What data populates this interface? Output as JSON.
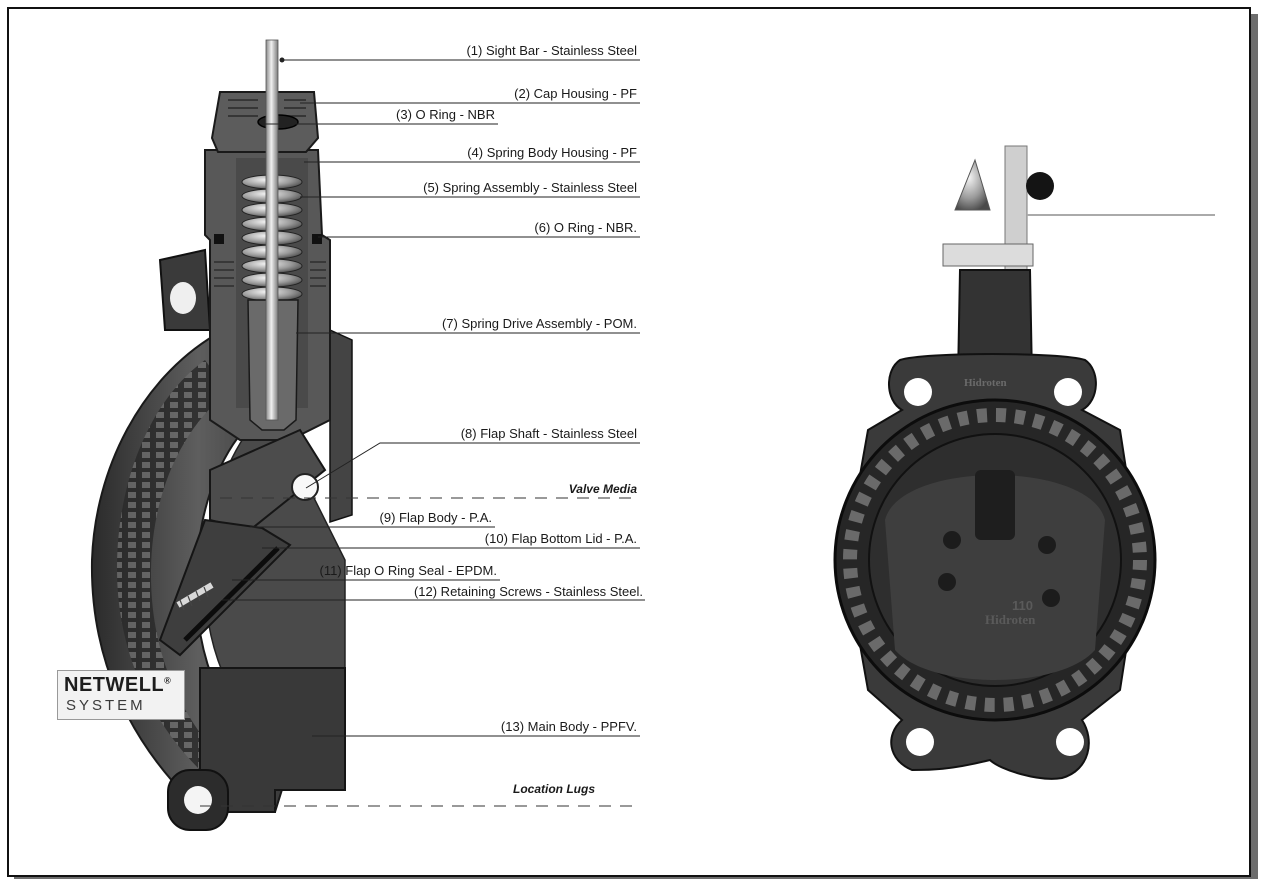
{
  "callouts": [
    {
      "id": 1,
      "text": "(1) Sight Bar - Stainless Steel"
    },
    {
      "id": 2,
      "text": "(2) Cap Housing - PF"
    },
    {
      "id": 3,
      "text": "(3) O Ring - NBR"
    },
    {
      "id": 4,
      "text": "(4) Spring Body Housing - PF"
    },
    {
      "id": 5,
      "text": "(5) Spring Assembly - Stainless Steel"
    },
    {
      "id": 6,
      "text": "(6) O Ring - NBR."
    },
    {
      "id": 7,
      "text": "(7) Spring Drive Assembly -  POM."
    },
    {
      "id": 8,
      "text": "(8) Flap Shaft - Stainless Steel"
    },
    {
      "id": 9,
      "text": "(9) Flap Body - P.A."
    },
    {
      "id": 10,
      "text": "(10) Flap Bottom Lid -  P.A."
    },
    {
      "id": 11,
      "text": "(11) Flap O Ring Seal - EPDM."
    },
    {
      "id": 12,
      "text": "(12) Retaining Screws - Stainless Steel."
    },
    {
      "id": 13,
      "text": "(13) Main Body - PPFV."
    }
  ],
  "reference_lines": {
    "valve_media": "Valve Media",
    "location_lugs": "Location Lugs"
  },
  "logo": {
    "brand": "NETWELL",
    "registered": "®",
    "subtitle": "SYSTEM"
  },
  "photo_marks": {
    "size": "110",
    "brand_on_flap": "Hidroten",
    "brand_on_neck": "Hidroten"
  },
  "colors": {
    "frame": "#111111",
    "shadow": "#6d6d6d",
    "body_dark": "#3c3c3c",
    "body_mid": "#5a5a5a"
  }
}
